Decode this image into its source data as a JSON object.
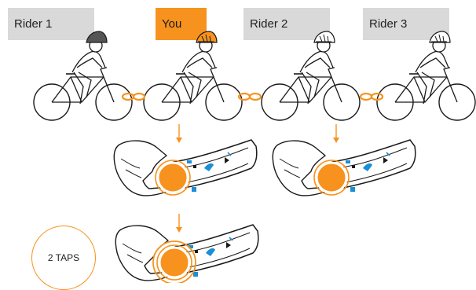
{
  "riders": [
    {
      "label": "Rider 1",
      "highlight": false,
      "helmet_color": "#555555"
    },
    {
      "label": "You",
      "highlight": true,
      "helmet_color": "#f7921e"
    },
    {
      "label": "Rider 2",
      "highlight": false,
      "helmet_color": "#ffffff"
    },
    {
      "label": "Rider 3",
      "highlight": false,
      "helmet_color": "#ffffff"
    }
  ],
  "taps_badge": {
    "label": "2 TAPS"
  },
  "colors": {
    "accent": "#f7921e",
    "label_gray": "#d9d9d9",
    "line": "#1a1a1a",
    "device_blue": "#1a8fd6"
  },
  "icons": {
    "link": "chain-link-icon",
    "arrow": "arrow-down-icon",
    "button": "orange-button-icon"
  }
}
